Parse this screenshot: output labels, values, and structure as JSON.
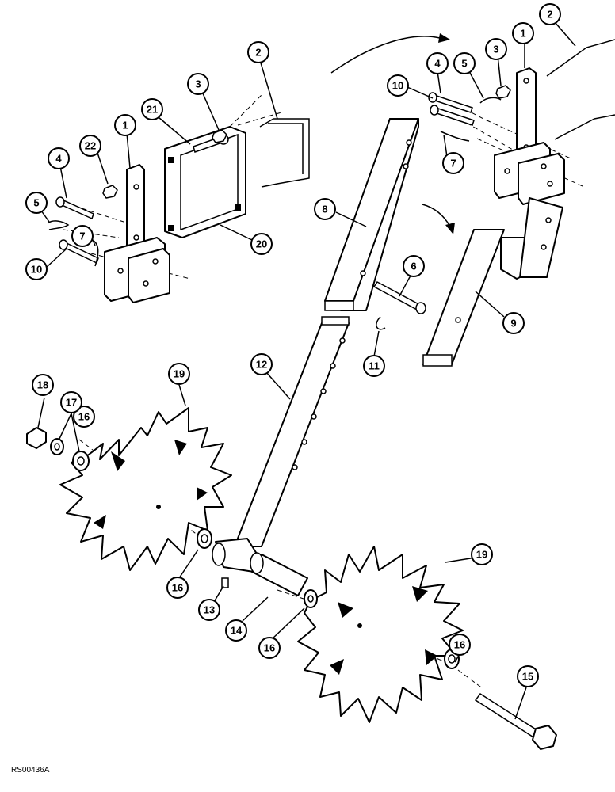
{
  "diagram": {
    "reference_code": "RS00436A",
    "callouts": [
      {
        "id": "c1a",
        "label": "1"
      },
      {
        "id": "c1b",
        "label": "1"
      },
      {
        "id": "c2a",
        "label": "2"
      },
      {
        "id": "c2b",
        "label": "2"
      },
      {
        "id": "c3a",
        "label": "3"
      },
      {
        "id": "c3b",
        "label": "3"
      },
      {
        "id": "c4a",
        "label": "4"
      },
      {
        "id": "c4b",
        "label": "4"
      },
      {
        "id": "c5a",
        "label": "5"
      },
      {
        "id": "c5b",
        "label": "5"
      },
      {
        "id": "c6",
        "label": "6"
      },
      {
        "id": "c7a",
        "label": "7"
      },
      {
        "id": "c7b",
        "label": "7"
      },
      {
        "id": "c8",
        "label": "8"
      },
      {
        "id": "c9",
        "label": "9"
      },
      {
        "id": "c10a",
        "label": "10"
      },
      {
        "id": "c10b",
        "label": "10"
      },
      {
        "id": "c11",
        "label": "11"
      },
      {
        "id": "c12",
        "label": "12"
      },
      {
        "id": "c13",
        "label": "13"
      },
      {
        "id": "c14",
        "label": "14"
      },
      {
        "id": "c15",
        "label": "15"
      },
      {
        "id": "c16a",
        "label": "16"
      },
      {
        "id": "c16b",
        "label": "16"
      },
      {
        "id": "c16c",
        "label": "16"
      },
      {
        "id": "c16d",
        "label": "16"
      },
      {
        "id": "c17",
        "label": "17"
      },
      {
        "id": "c18",
        "label": "18"
      },
      {
        "id": "c19a",
        "label": "19"
      },
      {
        "id": "c19b",
        "label": "19"
      },
      {
        "id": "c20",
        "label": "20"
      },
      {
        "id": "c21",
        "label": "21"
      },
      {
        "id": "c22",
        "label": "22"
      }
    ]
  }
}
